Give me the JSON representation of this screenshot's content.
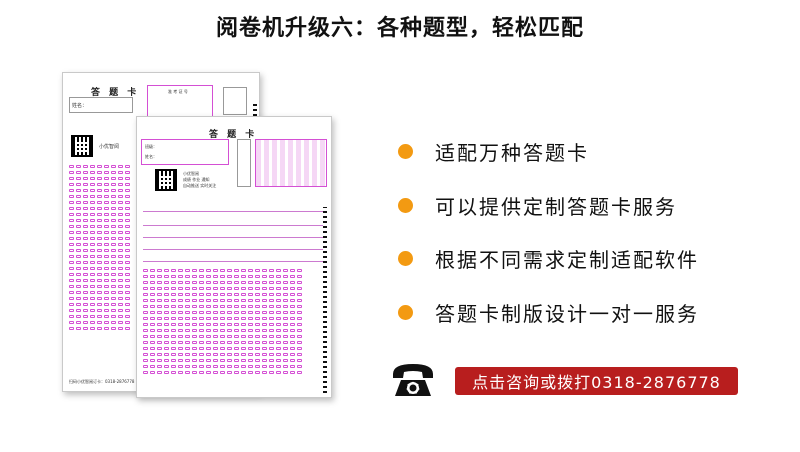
{
  "header": {
    "title": "阅卷机升级六：各种题型，轻松匹配"
  },
  "sheet_back": {
    "title": "答 题 卡",
    "name_label": "姓名：",
    "exam_label": "准 考 证 号",
    "brand": "小优智阅",
    "footer": "扫码小优智阅订卡：0318-2876778"
  },
  "sheet_front": {
    "title": "答 题 卡",
    "class_label": "班级：",
    "name_label": "姓名：",
    "brand": "小优智阅",
    "brand_sub1": "成绩 作业 通知",
    "brand_sub2": "自动推送 实时关注"
  },
  "features": [
    {
      "text": "适配万种答题卡"
    },
    {
      "text": "可以提供定制答题卡服务"
    },
    {
      "text": "根据不同需求定制适配软件"
    },
    {
      "text": "答题卡制版设计一对一服务"
    }
  ],
  "contact": {
    "button_label": "点击咨询或拨打0318-2876778"
  },
  "colors": {
    "accent": "#f39a12",
    "button": "#b81e1e",
    "bubble": "#d44fd4"
  }
}
